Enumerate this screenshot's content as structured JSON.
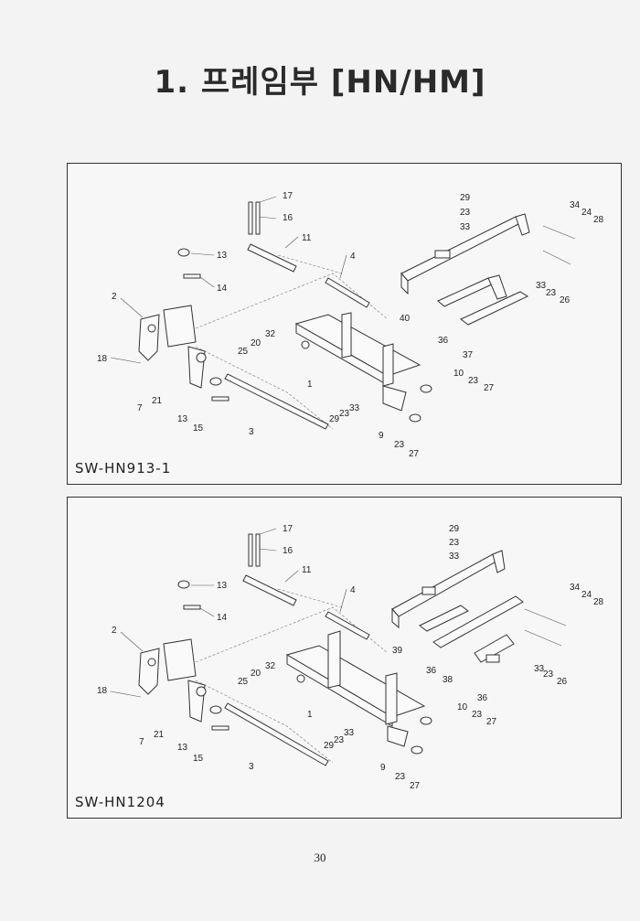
{
  "page": {
    "title": "1. 프레임부 [HN/HM]",
    "number": "30"
  },
  "diagrams": [
    {
      "model": "SW-HN913-1",
      "callouts": {
        "c17": "17",
        "c16": "16",
        "c11": "11",
        "c13a": "13",
        "c14": "14",
        "c4": "4",
        "c2": "2",
        "c18": "18",
        "c7": "7",
        "c21": "21",
        "c13b": "13",
        "c15": "15",
        "c3": "3",
        "c25": "25",
        "c20": "20",
        "c32": "32",
        "c1": "1",
        "c29b": "29",
        "c23b": "23",
        "c33b": "33",
        "c9": "9",
        "c23c": "23",
        "c27b": "27",
        "c10": "10",
        "c23d": "23",
        "c27a": "27",
        "c29a": "29",
        "c23a": "23",
        "c33a": "33",
        "c40": "40",
        "c34": "34",
        "c24": "24",
        "c28": "28",
        "c33c": "33",
        "c23e": "23",
        "c26": "26",
        "c36": "36",
        "c37": "37"
      }
    },
    {
      "model": "SW-HN1204",
      "callouts": {
        "c17": "17",
        "c16": "16",
        "c11": "11",
        "c13a": "13",
        "c14": "14",
        "c4": "4",
        "c2": "2",
        "c18": "18",
        "c7": "7",
        "c21": "21",
        "c13b": "13",
        "c15": "15",
        "c3": "3",
        "c25": "25",
        "c20": "20",
        "c32": "32",
        "c1": "1",
        "c29b": "29",
        "c23b": "23",
        "c33b": "33",
        "c9": "9",
        "c23c": "23",
        "c27b": "27",
        "c10": "10",
        "c23d": "23",
        "c27a": "27",
        "c29a": "29",
        "c23a": "23",
        "c33a": "33",
        "c39": "39",
        "c34": "34",
        "c24": "24",
        "c28": "28",
        "c33c": "33",
        "c23e": "23",
        "c26": "26",
        "c36a": "36",
        "c38": "38",
        "c36b": "36"
      }
    }
  ]
}
